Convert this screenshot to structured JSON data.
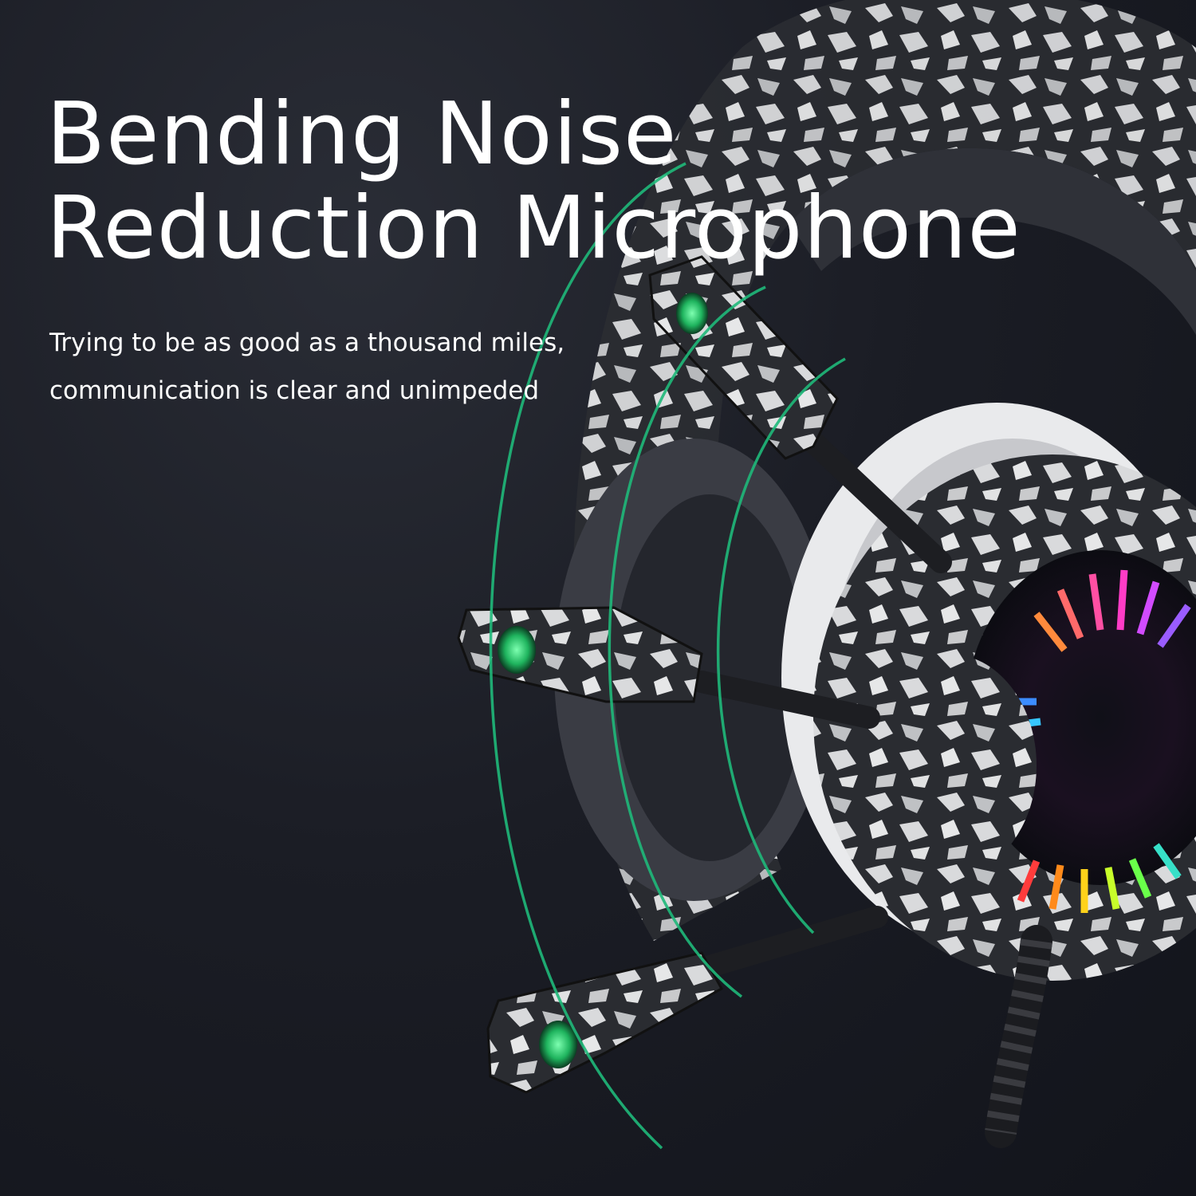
{
  "headline": {
    "line1": "Bending Noise",
    "line2": "Reduction Microphone"
  },
  "subtext": {
    "line1": "Trying to be as good as a thousand miles,",
    "line2": "communication is clear and unimpeded"
  },
  "colors": {
    "background": "#15171f",
    "text": "#ffffff",
    "wave": "#1fb97a",
    "camo_dark": "#2a2c31",
    "camo_light": "#d9dadc",
    "mic_glow": "#2fd37a"
  }
}
